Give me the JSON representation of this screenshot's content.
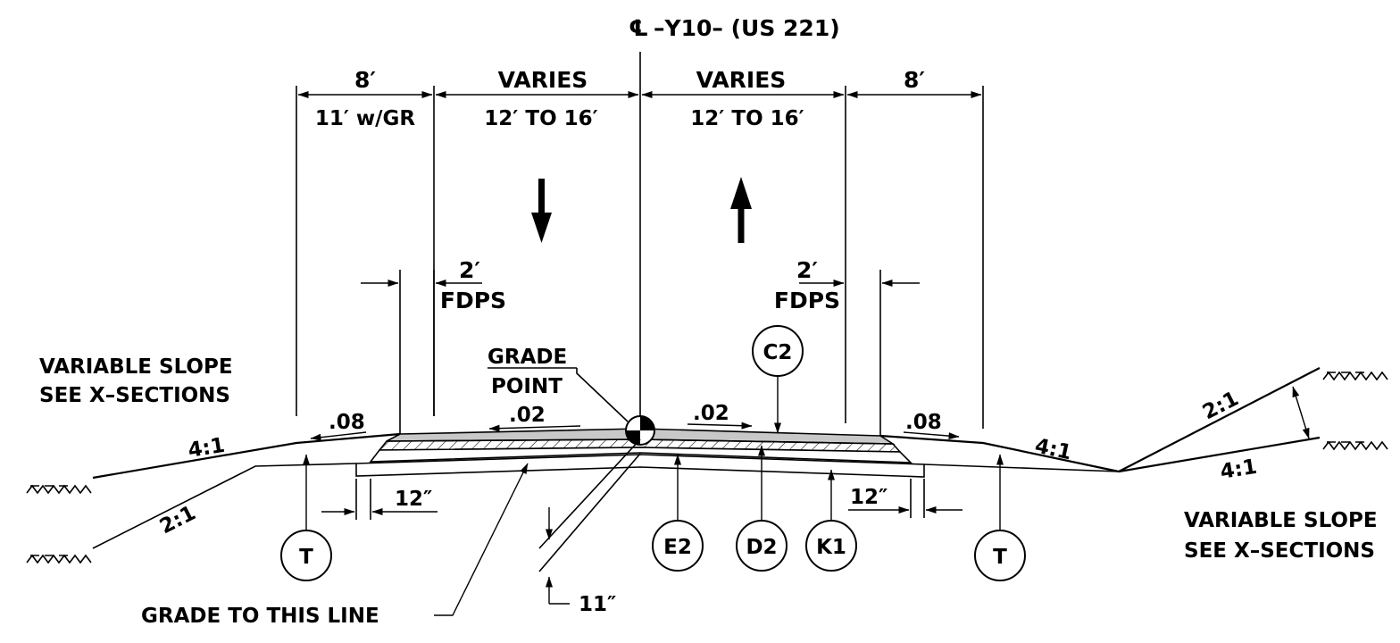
{
  "centerline": {
    "symbol": "℄",
    "label": "–Y10– (US 221)"
  },
  "dimensions": {
    "left_shoulder": "8′",
    "left_shoulder_gr": "11′ w/GR",
    "left_lane_top": "VARIES",
    "left_lane_bottom": "12′ TO  16′",
    "right_lane_top": "VARIES",
    "right_lane_bottom": "12′ TO  16′",
    "right_shoulder": "8′",
    "left_fdps_width": "2′",
    "left_fdps_label": "FDPS",
    "right_fdps_width": "2′",
    "right_fdps_label": "FDPS",
    "left_12in": "12″",
    "right_12in": "12″",
    "depth_11in": "11″"
  },
  "slopes": {
    "left_shoulder": ".08",
    "left_lane": ".02",
    "right_lane": ".02",
    "right_shoulder": ".08",
    "left_front": "4:1",
    "left_back": "2:1",
    "right_front": "4:1",
    "right_back_upper": "2:1",
    "right_back_lower": "4:1"
  },
  "notes": {
    "left_variable_line1": "VARIABLE  SLOPE",
    "left_variable_line2": "SEE  X–SECTIONS",
    "right_variable_line1": "VARIABLE  SLOPE",
    "right_variable_line2": "SEE  X–SECTIONS",
    "grade_point_line1": "GRADE",
    "grade_point_line2": "POINT",
    "grade_line": "GRADE  TO  THIS  LINE"
  },
  "callouts": {
    "c2": "C2",
    "t_left": "T",
    "e2": "E2",
    "d2": "D2",
    "k1": "K1",
    "t_right": "T"
  },
  "icons": [
    "centerline-icon",
    "direction-arrow-down-icon",
    "direction-arrow-up-icon",
    "grade-point-icon",
    "earth-hatch-icon"
  ]
}
